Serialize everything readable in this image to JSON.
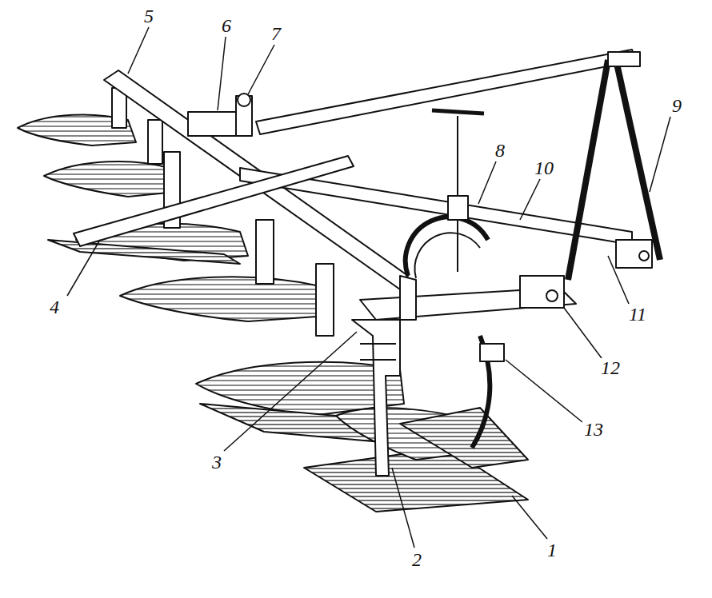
{
  "diagram": {
    "labels": [
      "5",
      "6",
      "7",
      "9",
      "8",
      "10",
      "4",
      "11",
      "12",
      "13",
      "3",
      "1",
      "2"
    ]
  }
}
